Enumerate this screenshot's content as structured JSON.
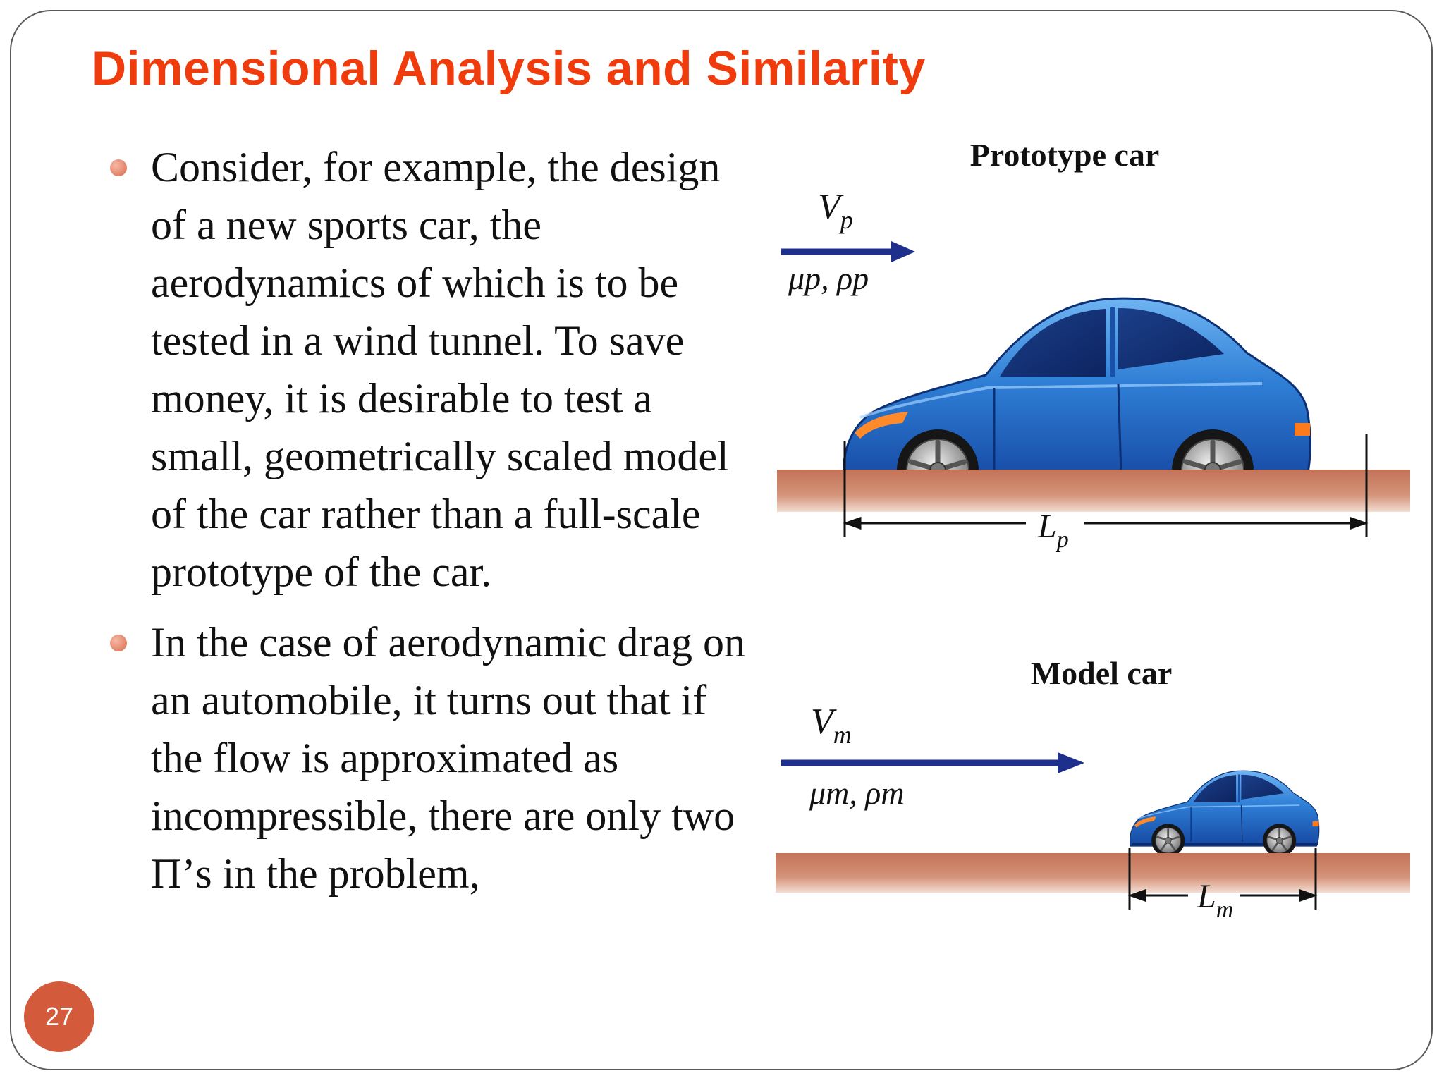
{
  "slide": {
    "title": "Dimensional Analysis and Similarity",
    "page_number": "27",
    "accent_color": "#f03c0c",
    "bullets": [
      "Consider, for example, the design of a new sports car, the aerodynamics of which is to be tested in a wind tunnel. To save money, it is desirable to test a small, geometrically scaled model of the car rather than a full-scale prototype of the car.",
      "In the case of aerodynamic drag on an automobile, it turns out that if the flow is approximated as incompressible, there are only two Π’s in the problem,"
    ]
  },
  "figure": {
    "prototype": {
      "heading": "Prototype car",
      "velocity_symbol": "V",
      "velocity_subscript": "p",
      "properties_label": "μp, ρp",
      "length_symbol": "L",
      "length_subscript": "p"
    },
    "model": {
      "heading": "Model car",
      "velocity_symbol": "V",
      "velocity_subscript": "m",
      "properties_label": "μm, ρm",
      "length_symbol": "L",
      "length_subscript": "m"
    },
    "colors": {
      "arrow": "#1f2f8c",
      "ground": "#c9765a",
      "car_body": "#2f7fd6"
    }
  }
}
